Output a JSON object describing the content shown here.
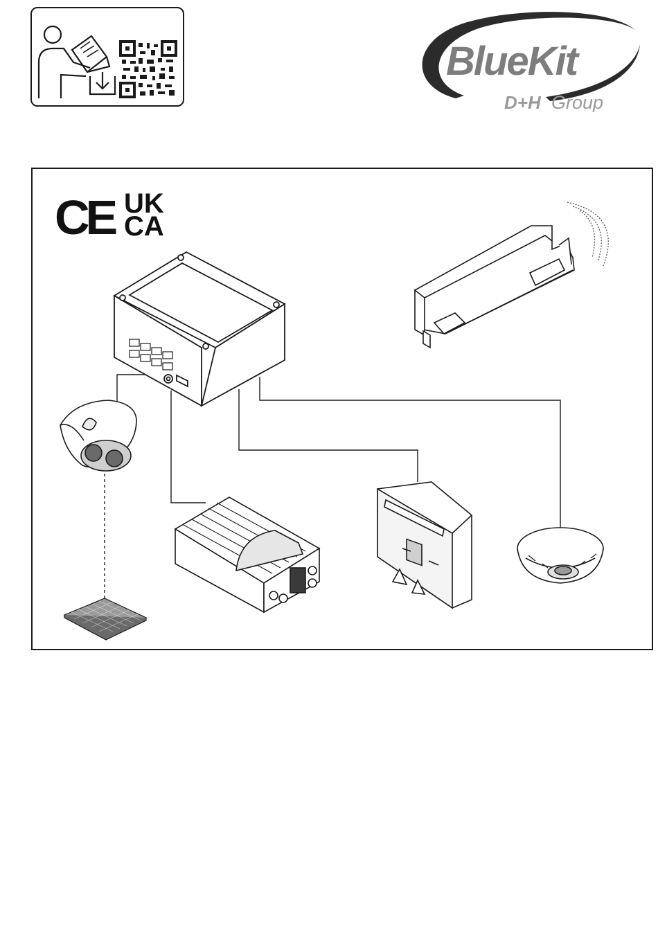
{
  "header": {
    "manual_download_icon": "user-laptop-download-icon",
    "qr_code": "qr-code-icon"
  },
  "brand": {
    "name": "BlueKit",
    "group_prefix": "D+H",
    "group_suffix": "Group",
    "colors": {
      "swoosh": "#2b2b2b",
      "wordmark": "#7d7d7d"
    }
  },
  "certifications": {
    "ce": "CE",
    "ukca_top": "UK",
    "ukca_bottom": "CA"
  },
  "devices": [
    {
      "name": "control-unit",
      "icon": "control-box-icon"
    },
    {
      "name": "wireless-module",
      "icon": "radio-module-icon"
    },
    {
      "name": "motion-detector",
      "icon": "ceiling-sensor-icon"
    },
    {
      "name": "contact-pad",
      "icon": "contact-mat-icon"
    },
    {
      "name": "window-drive",
      "icon": "actuator-icon"
    },
    {
      "name": "ventilation-button",
      "icon": "vent-button-icon"
    },
    {
      "name": "smoke-detector",
      "icon": "smoke-detector-icon"
    }
  ]
}
